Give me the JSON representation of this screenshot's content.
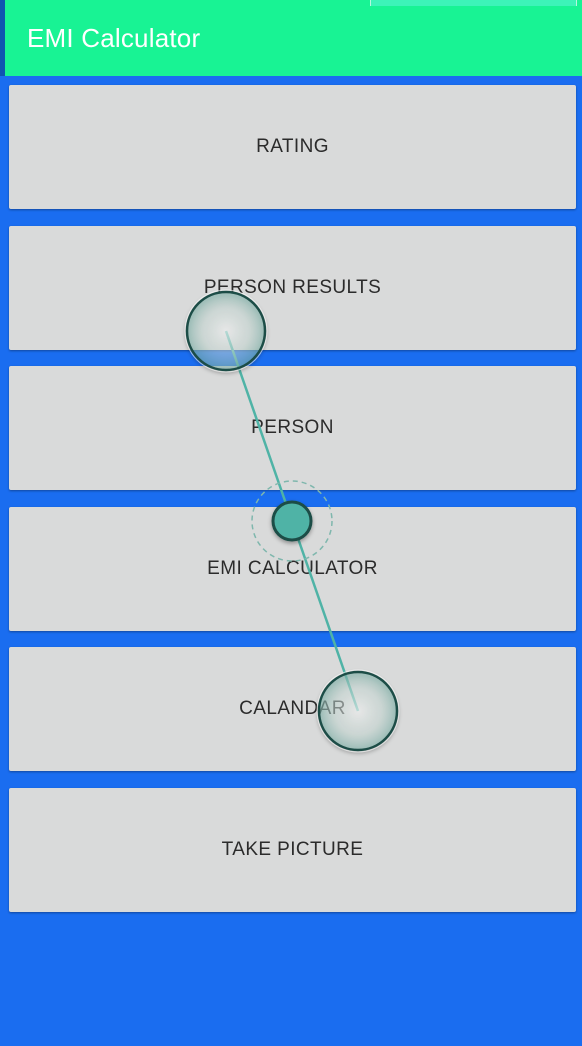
{
  "appbar": {
    "title": "EMI Calculator"
  },
  "menu": {
    "buttons": [
      {
        "label": "RATING"
      },
      {
        "label": "PERSON RESULTS"
      },
      {
        "label": "PERSON"
      },
      {
        "label": "EMI CALCULATOR"
      },
      {
        "label": "CALANDAR"
      },
      {
        "label": "TAKE PICTURE"
      }
    ]
  },
  "colors": {
    "appbar": "#18f394",
    "background": "#1a6df0",
    "button": "#d9dada",
    "gesture": "#4fb3a6"
  }
}
